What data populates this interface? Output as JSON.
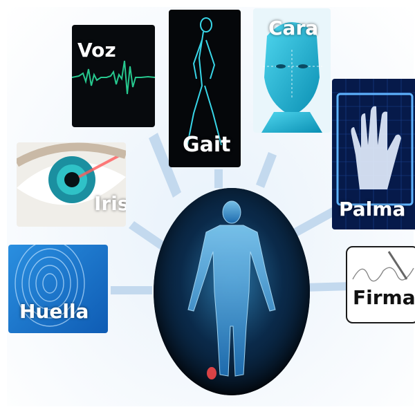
{
  "nodes": {
    "voz": "Voz",
    "gait": "Gait",
    "cara": "Cara",
    "palma": "Palma",
    "iris": "Iris",
    "huella": "Huella",
    "firma": "Firma"
  },
  "colors": {
    "arrow": "#b9d3ea",
    "cyan": "#2fd0e6",
    "dark": "#0b1420",
    "hub_glow": "#1d6fb0"
  }
}
